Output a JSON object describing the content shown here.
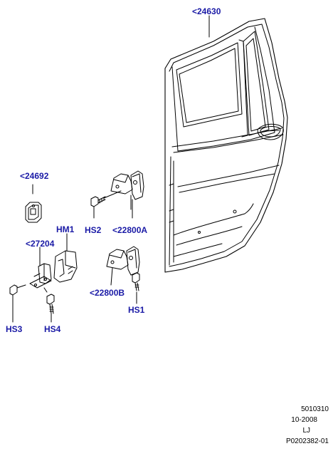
{
  "callouts": {
    "door": "<24630",
    "seal": "<24692",
    "check_strap": "<27204",
    "hm1": "HM1",
    "hs2": "HS2",
    "upper_hinge": "<22800A",
    "lower_hinge": "<22800B",
    "hs1": "HS1",
    "hs3": "HS3",
    "hs4": "HS4"
  },
  "footer": {
    "code": "5010310",
    "date": "10-2008",
    "initials": "LJ",
    "ref": "P0202382-01"
  },
  "colors": {
    "callout": "#1a1aa6",
    "line": "#000000"
  }
}
